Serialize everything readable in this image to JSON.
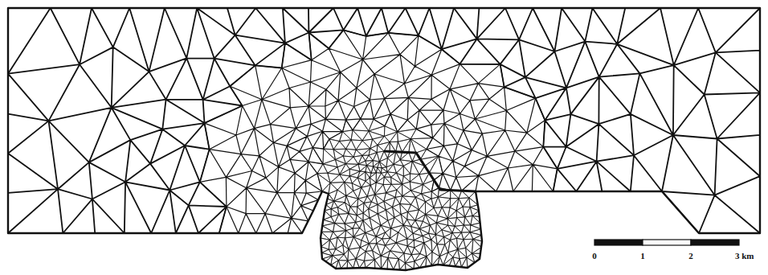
{
  "diagram": {
    "labels": [
      "0",
      "1",
      "2",
      "3 km"
    ]
  }
}
